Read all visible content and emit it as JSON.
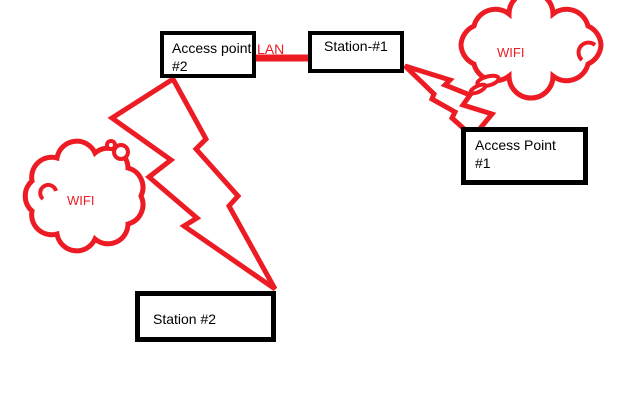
{
  "colors": {
    "ink_red": "#ED1C24",
    "ink_black": "#000000",
    "background": "#FFFFFF"
  },
  "diagram": {
    "nodes": [
      {
        "id": "access-point-2",
        "label_line1": "Access point",
        "label_line2": "#2"
      },
      {
        "id": "station-1",
        "label": "Station-#1"
      },
      {
        "id": "access-point-1",
        "label_line1": "Access Point",
        "label_line2": "#1"
      },
      {
        "id": "station-2",
        "label": "Station #2"
      }
    ],
    "links": [
      {
        "type": "lan-line",
        "label": "LAN",
        "from": "access-point-2",
        "to": "station-1"
      },
      {
        "type": "lightning-bolt",
        "from": "access-point-2",
        "to": "station-2"
      },
      {
        "type": "lightning-bolt",
        "from": "station-1",
        "to": "access-point-1"
      }
    ],
    "clouds": [
      {
        "id": "wifi-cloud-left",
        "label": "WIFI"
      },
      {
        "id": "wifi-cloud-right",
        "label": "WIFI"
      }
    ]
  }
}
